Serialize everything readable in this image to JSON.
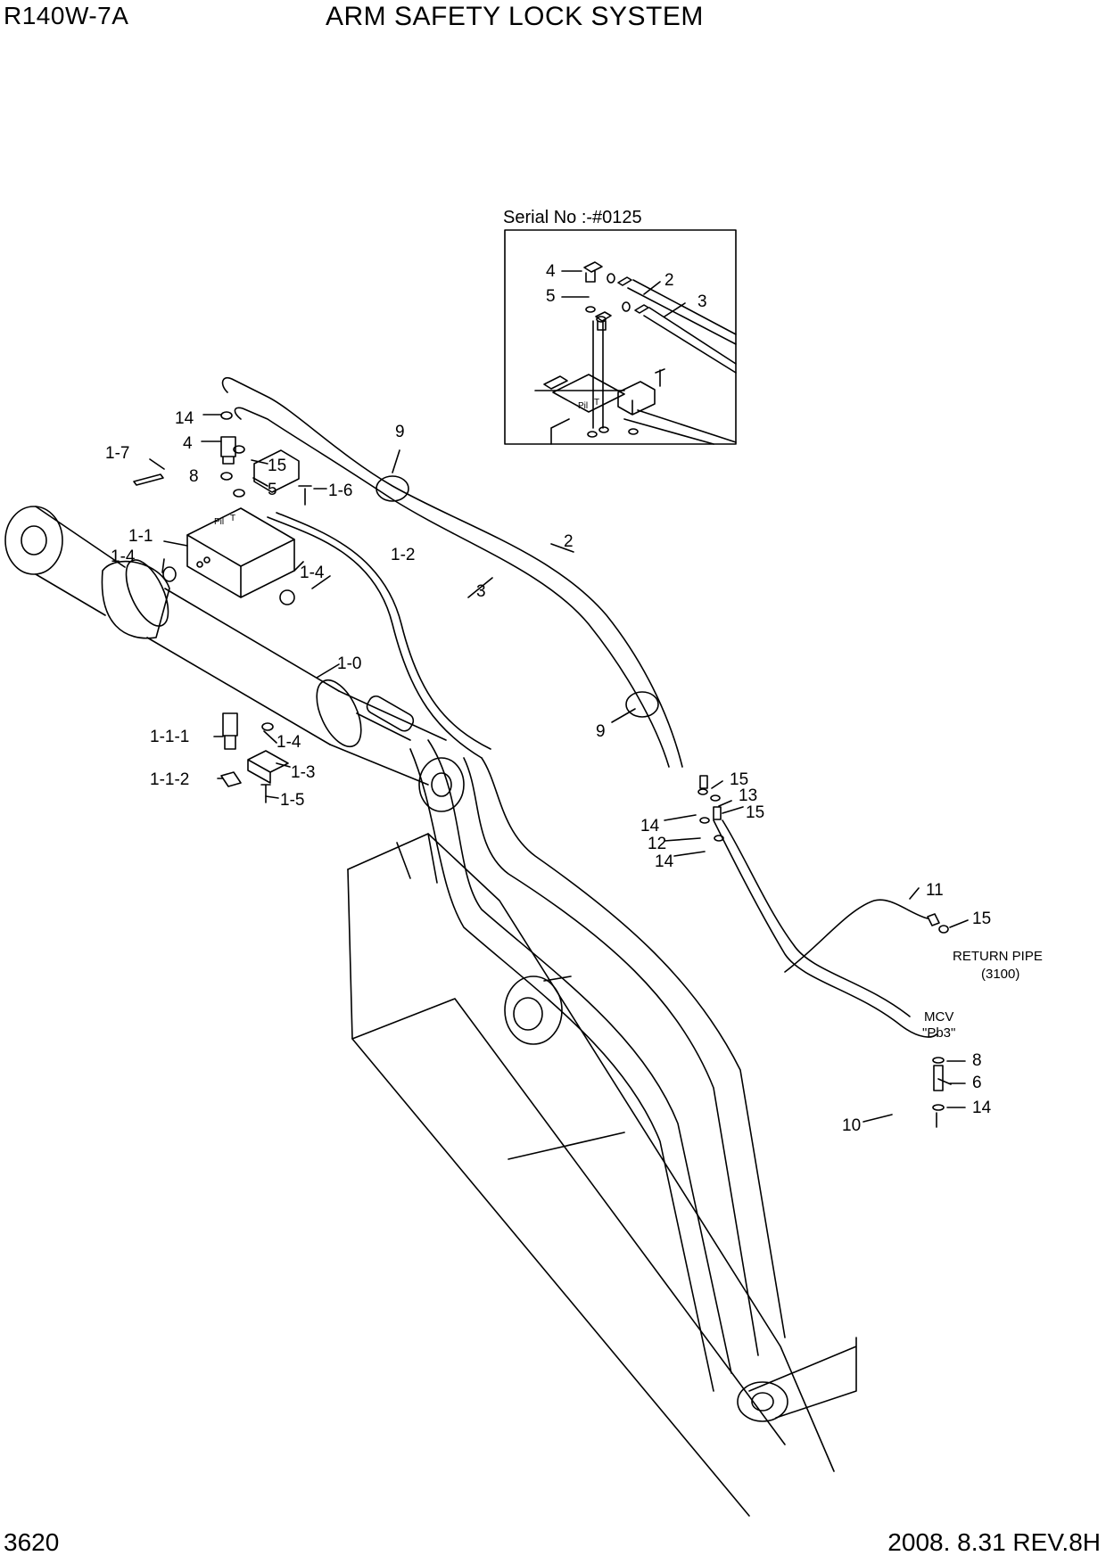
{
  "header": {
    "model": "R140W-7A",
    "title": "ARM SAFETY LOCK SYSTEM"
  },
  "footer": {
    "page": "3620",
    "date_rev": "2008. 8.31  REV.8H"
  },
  "inset": {
    "caption": "Serial No :-#0125",
    "labels": [
      "4",
      "5",
      "2",
      "3"
    ],
    "port_labels": [
      "Pil",
      "T"
    ]
  },
  "labels": [
    {
      "id": "lbl-14a",
      "text": "14"
    },
    {
      "id": "lbl-4",
      "text": "4"
    },
    {
      "id": "lbl-15a",
      "text": "15"
    },
    {
      "id": "lbl-8a",
      "text": "8"
    },
    {
      "id": "lbl-5",
      "text": "5"
    },
    {
      "id": "lbl-1-7",
      "text": "1-7"
    },
    {
      "id": "lbl-1-6",
      "text": "1-6"
    },
    {
      "id": "lbl-1-1",
      "text": "1-1"
    },
    {
      "id": "lbl-1-4a",
      "text": "1-4"
    },
    {
      "id": "lbl-1-4b",
      "text": "1-4"
    },
    {
      "id": "lbl-1-2",
      "text": "1-2"
    },
    {
      "id": "lbl-9a",
      "text": "9"
    },
    {
      "id": "lbl-2",
      "text": "2"
    },
    {
      "id": "lbl-3",
      "text": "3"
    },
    {
      "id": "lbl-1-0",
      "text": "1-0"
    },
    {
      "id": "lbl-9b",
      "text": "9"
    },
    {
      "id": "lbl-1-1-1",
      "text": "1-1-1"
    },
    {
      "id": "lbl-1-4c",
      "text": "1-4"
    },
    {
      "id": "lbl-1-3",
      "text": "1-3"
    },
    {
      "id": "lbl-1-1-2",
      "text": "1-1-2"
    },
    {
      "id": "lbl-1-5",
      "text": "1-5"
    },
    {
      "id": "lbl-15b",
      "text": "15"
    },
    {
      "id": "lbl-13",
      "text": "13"
    },
    {
      "id": "lbl-15c",
      "text": "15"
    },
    {
      "id": "lbl-14b",
      "text": "14"
    },
    {
      "id": "lbl-12",
      "text": "12"
    },
    {
      "id": "lbl-14c",
      "text": "14"
    },
    {
      "id": "lbl-11",
      "text": "11"
    },
    {
      "id": "lbl-15d",
      "text": "15"
    },
    {
      "id": "lbl-8b",
      "text": "8"
    },
    {
      "id": "lbl-6",
      "text": "6"
    },
    {
      "id": "lbl-14d",
      "text": "14"
    },
    {
      "id": "lbl-10",
      "text": "10"
    }
  ],
  "port_labels": [
    "Pil",
    "T"
  ],
  "notes": {
    "return_pipe": "RETURN PIPE",
    "return_ref": "(3100)",
    "mcv": "MCV",
    "mcv_port": "\"Pb3\""
  }
}
